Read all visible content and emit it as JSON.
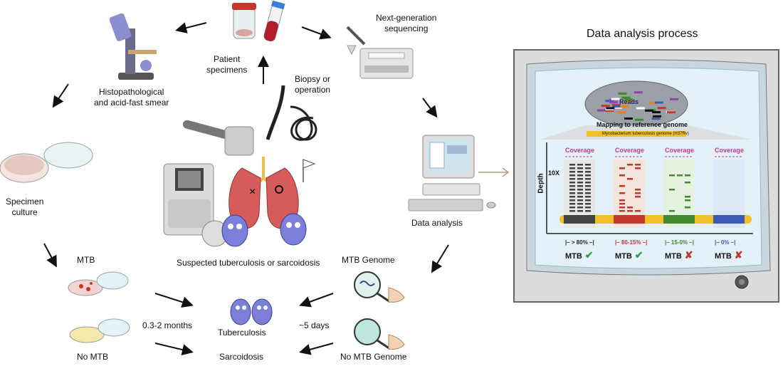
{
  "labels": {
    "patient_specimens": "Patient\nspecimens",
    "ngs": "Next-generation\nsequencing",
    "histo": "Histopathological\nand acid-fast smear",
    "biopsy": "Biopsy or\noperation",
    "culture": "Specimen\nculture",
    "data_analysis": "Data analysis",
    "suspected": "Suspected tuberculosis or sarcoidosis",
    "mtb": "MTB",
    "no_mtb": "No MTB",
    "mtb_genome": "MTB Genome",
    "no_mtb_genome": "No MTB Genome",
    "tuberculosis": "Tuberculosis",
    "sarcoidosis": "Sarcoidosis",
    "months": "0.3-2 months",
    "days": "~5 days"
  },
  "panel": {
    "title": "Data analysis process",
    "reads": "Reads",
    "mapping": "Mapping to reference genome",
    "reference": "Mycobacterium tuberculosis genome (H37Rv)",
    "ylabel": "Depth",
    "depth_tick": "10X",
    "coverage_label": "Coverage",
    "columns": [
      {
        "pct": "> 80%",
        "result": "MTB",
        "positive": true,
        "color": "#444444",
        "pct_color": "#222222"
      },
      {
        "pct": "80-15%",
        "result": "MTB",
        "positive": true,
        "color": "#c0392b",
        "pct_color": "#c0392b"
      },
      {
        "pct": "15-0%",
        "result": "MTB",
        "positive": false,
        "color": "#3f8a2e",
        "pct_color": "#3f8a2e"
      },
      {
        "pct": "0%",
        "result": "MTB",
        "positive": false,
        "color": "#3b5bb5",
        "pct_color": "#3b5bb5"
      }
    ]
  }
}
